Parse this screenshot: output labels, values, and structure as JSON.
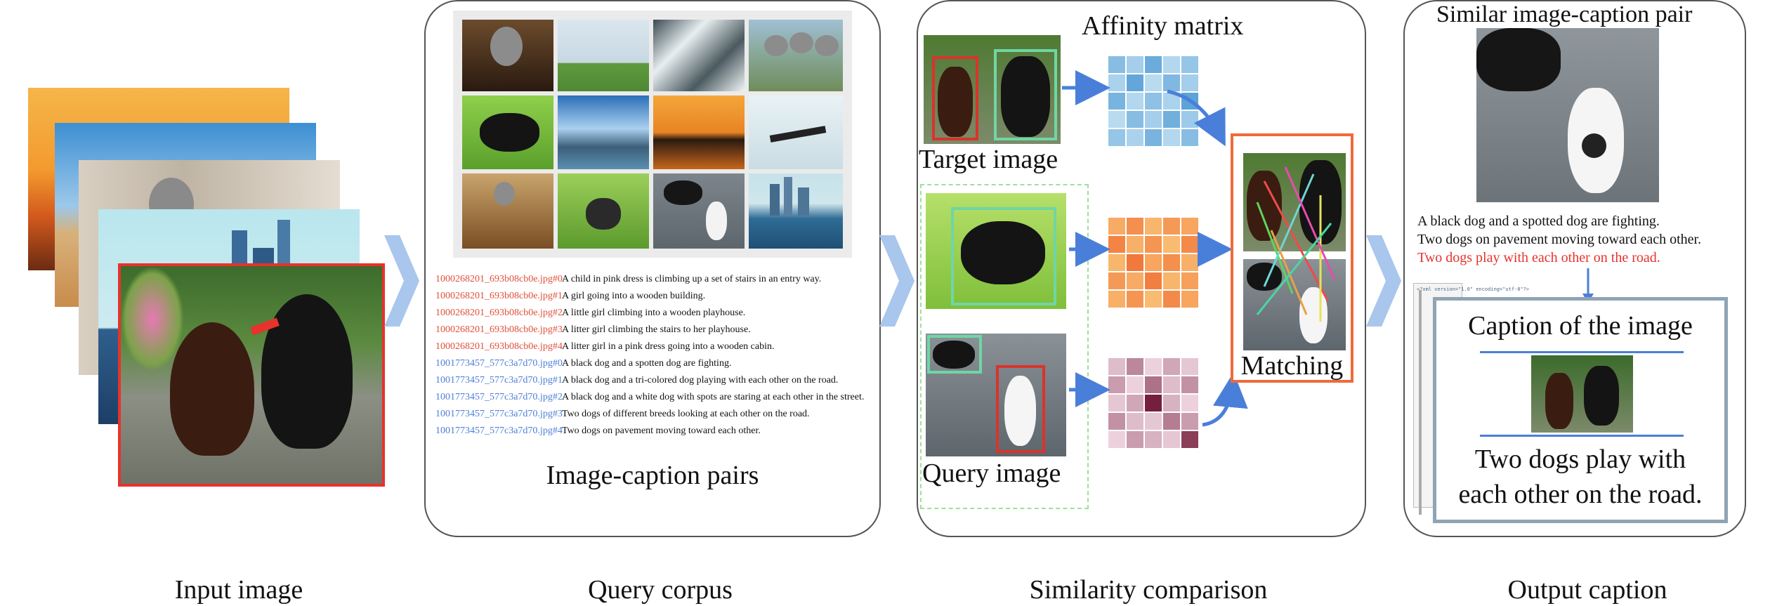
{
  "colors": {
    "accent_blue": "#4a7fd9",
    "chevron_blue": "#a9c6ec",
    "highlight_red": "#e8322b",
    "id_red": "#e0503a",
    "id_blue": "#4d7ed8",
    "box_red": "#d9342b",
    "box_green": "#6fd6a4",
    "match_border": "#ef6a3a",
    "dashed_green": "#9fe09a"
  },
  "stages": [
    {
      "label": "Input image"
    },
    {
      "label": "Query corpus"
    },
    {
      "label": "Similarity comparison"
    },
    {
      "label": "Output caption"
    }
  ],
  "query_corpus": {
    "title": "Image-caption pairs",
    "pairs": [
      {
        "id": "1000268201_693b08cb0e.jpg#0",
        "caption": "A child in pink dress is climbing up a set of stairs in an entry way.",
        "group": "red"
      },
      {
        "id": "1000268201_693b08cb0e.jpg#1",
        "caption": "A girl going into a wooden building.",
        "group": "red"
      },
      {
        "id": "1000268201_693b08cb0e.jpg#2",
        "caption": "A little girl climbing into a wooden playhouse.",
        "group": "red"
      },
      {
        "id": "1000268201_693b08cb0e.jpg#3",
        "caption": "A litter girl climbing the stairs to her playhouse.",
        "group": "red"
      },
      {
        "id": "1000268201_693b08cb0e.jpg#4",
        "caption": "A litter girl in a pink dress going into a wooden cabin.",
        "group": "red"
      },
      {
        "id": "1001773457_577c3a7d70.jpg#0",
        "caption": "A black dog and a spotten dog are fighting.",
        "group": "blue"
      },
      {
        "id": "1001773457_577c3a7d70.jpg#1",
        "caption": "A black dog and a tri-colored dog playing with each other on the road.",
        "group": "blue"
      },
      {
        "id": "1001773457_577c3a7d70.jpg#2",
        "caption": "A black dog and a white dog with spots are staring at each other in the street.",
        "group": "blue"
      },
      {
        "id": "1001773457_577c3a7d70.jpg#3",
        "caption": "Two dogs of different breeds looking at each other on the road.",
        "group": "blue"
      },
      {
        "id": "1001773457_577c3a7d70.jpg#4",
        "caption": "Two dogs on pavement moving toward each other.",
        "group": "blue"
      }
    ]
  },
  "similarity": {
    "affinity_title": "Affinity matrix",
    "target_label": "Target image",
    "query_label": "Query image",
    "matching_label": "Matching"
  },
  "output": {
    "title": "Similar image-caption pair",
    "captions": [
      {
        "text": "A black dog and a spotted dog are fighting.",
        "highlight": false
      },
      {
        "text": "Two dogs on pavement moving toward each other.",
        "highlight": false
      },
      {
        "text": "Two dogs play with each other on the road.",
        "highlight": true
      }
    ],
    "card_title": "Caption of the image",
    "card_caption_line1": "Two dogs play with",
    "card_caption_line2": "each other on the road.",
    "code_snippet": "<?xml version=\"1.0\" encoding=\"utf-8\"?>"
  },
  "matrices": {
    "blue": [
      [
        0.55,
        0.35,
        0.75,
        0.25,
        0.45
      ],
      [
        0.3,
        0.8,
        0.2,
        0.6,
        0.35
      ],
      [
        0.65,
        0.25,
        0.5,
        0.3,
        0.85
      ],
      [
        0.2,
        0.55,
        0.35,
        0.7,
        0.4
      ],
      [
        0.45,
        0.3,
        0.65,
        0.25,
        0.55
      ]
    ],
    "orange": [
      [
        0.45,
        0.7,
        0.35,
        0.6,
        0.5
      ],
      [
        0.8,
        0.4,
        0.65,
        0.3,
        0.75
      ],
      [
        0.35,
        0.9,
        0.5,
        0.7,
        0.4
      ],
      [
        0.6,
        0.45,
        0.85,
        0.35,
        0.55
      ],
      [
        0.4,
        0.65,
        0.3,
        0.75,
        0.5
      ]
    ],
    "pink": [
      [
        0.2,
        0.45,
        0.1,
        0.3,
        0.15
      ],
      [
        0.35,
        0.1,
        0.55,
        0.2,
        0.4
      ],
      [
        0.15,
        0.3,
        0.95,
        0.25,
        0.1
      ],
      [
        0.4,
        0.2,
        0.15,
        0.5,
        0.35
      ],
      [
        0.1,
        0.35,
        0.25,
        0.15,
        0.8
      ]
    ]
  }
}
